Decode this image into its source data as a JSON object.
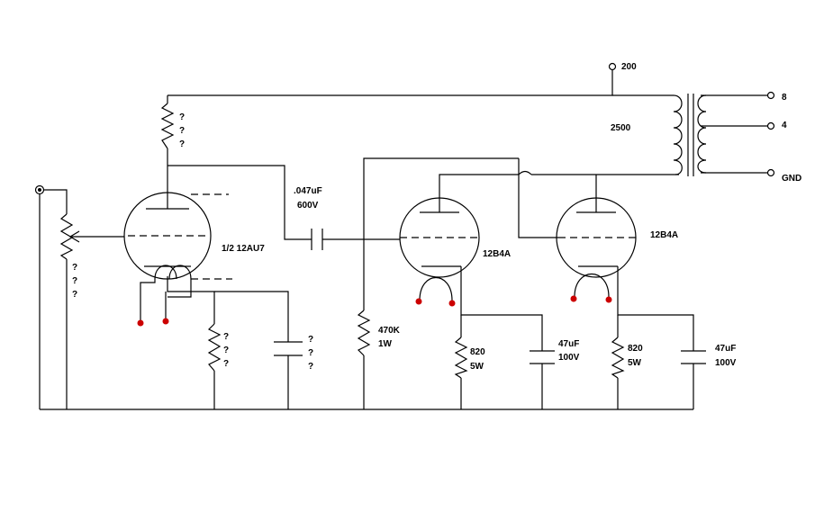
{
  "colors": {
    "wire": "#000000",
    "heater_pin": "#cc0000",
    "background": "#ffffff"
  },
  "labels": {
    "b_plus": "200",
    "out_8": "8",
    "out_4": "4",
    "out_gnd": "GND",
    "transformer": "2500",
    "coupling_cap_value": ".047uF",
    "coupling_cap_voltage": "600V",
    "v1": "1/2 12AU7",
    "v2": "12B4A",
    "v3": "12B4A",
    "grid_resistor_value": "470K",
    "grid_resistor_power": "1W",
    "cathode_r1_value": "820",
    "cathode_r1_power": "5W",
    "cathode_r2_value": "820",
    "cathode_r2_power": "5W",
    "bypass_c1_value": "47uF",
    "bypass_c1_voltage": "100V",
    "bypass_c2_value": "47uF",
    "bypass_c2_voltage": "100V",
    "unknown": "?"
  }
}
